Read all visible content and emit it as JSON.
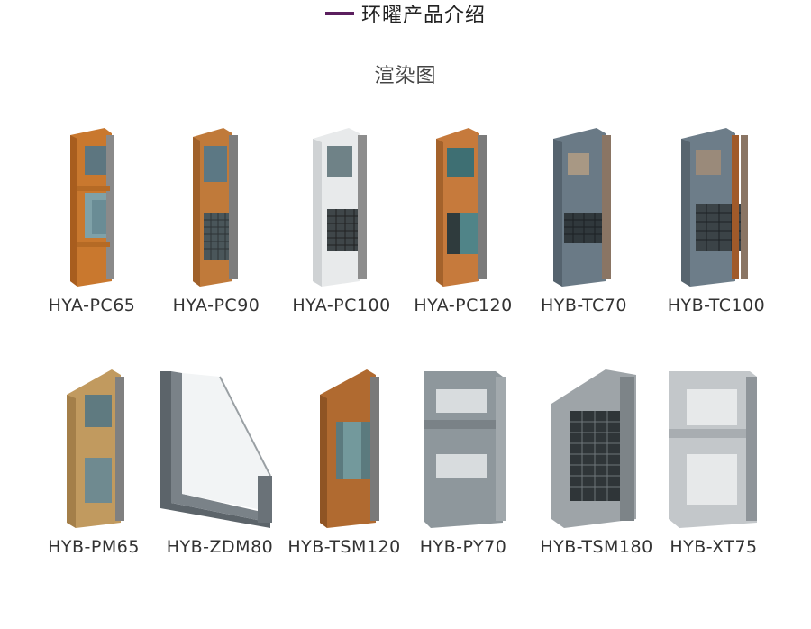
{
  "header": {
    "title": "环曜产品介绍",
    "accent_color": "#5b1f5e"
  },
  "section": {
    "subtitle": "渲染图"
  },
  "products": [
    {
      "label": "HYA-PC65",
      "finish": "wood",
      "icon": "window-profile-section-icon"
    },
    {
      "label": "HYA-PC90",
      "finish": "wood",
      "icon": "window-profile-section-icon"
    },
    {
      "label": "HYA-PC100",
      "finish": "white",
      "icon": "window-profile-section-icon"
    },
    {
      "label": "HYA-PC120",
      "finish": "wood",
      "icon": "window-profile-section-icon"
    },
    {
      "label": "HYB-TC70",
      "finish": "slate",
      "icon": "window-profile-section-icon"
    },
    {
      "label": "HYB-TC100",
      "finish": "slate",
      "icon": "window-profile-section-icon"
    },
    {
      "label": "HYB-PM65",
      "finish": "oak",
      "icon": "window-profile-section-icon"
    },
    {
      "label": "HYB-ZDM80",
      "finish": "dark-gray",
      "icon": "window-profile-section-icon"
    },
    {
      "label": "HYB-TSM120",
      "finish": "wood",
      "icon": "window-profile-section-icon"
    },
    {
      "label": "HYB-PY70",
      "finish": "gray",
      "icon": "window-profile-section-icon"
    },
    {
      "label": "HYB-TSM180",
      "finish": "gray",
      "icon": "window-profile-section-icon"
    },
    {
      "label": "HYB-XT75",
      "finish": "silver",
      "icon": "window-profile-section-icon"
    }
  ]
}
